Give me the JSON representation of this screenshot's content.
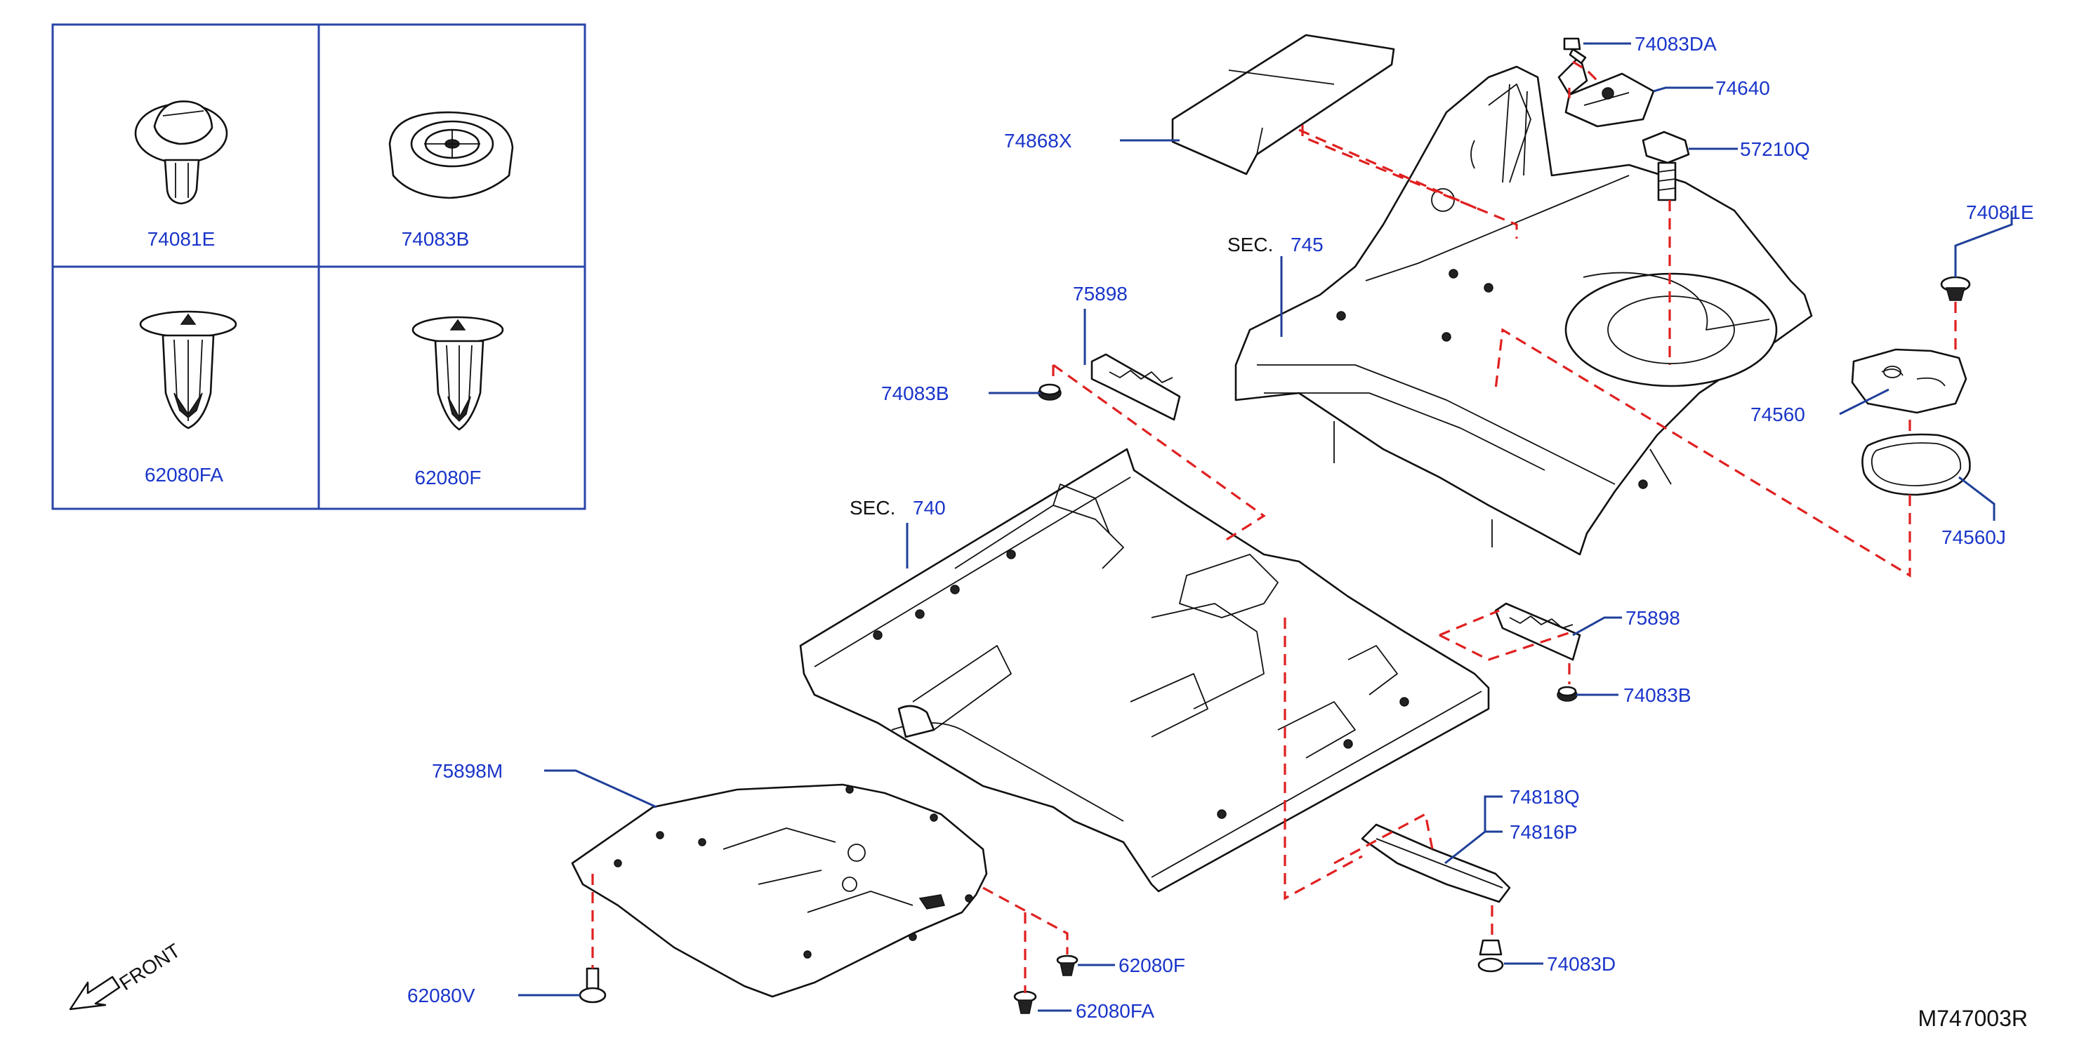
{
  "colors": {
    "label": "#1a35c9",
    "leader": "#1f3f99",
    "dashed_connector": "#e02020",
    "outline": "#111111",
    "inset_box": "#2a46a8"
  },
  "inset_cells": [
    {
      "part_no": "74081E"
    },
    {
      "part_no": "74083B"
    },
    {
      "part_no": "62080FA"
    },
    {
      "part_no": "62080F"
    }
  ],
  "sections": [
    {
      "prefix": "SEC.",
      "number": "745"
    },
    {
      "prefix": "SEC.",
      "number": "740"
    }
  ],
  "callouts": {
    "c74083DA": "74083DA",
    "c74640": "74640",
    "c57210Q": "57210Q",
    "c74868X": "74868X",
    "c74081E": "74081E",
    "c75898_top": "75898",
    "c74083B_left": "74083B",
    "c74560": "74560",
    "c74560J": "74560J",
    "c75898_right": "75898",
    "c74083B_right": "74083B",
    "c75898M": "75898M",
    "c74818Q": "74818Q",
    "c74816P": "74816P",
    "c62080F": "62080F",
    "c62080V": "62080V",
    "c62080FA": "62080FA",
    "c74083D": "74083D"
  },
  "front_indicator": {
    "label": "FRONT",
    "icon": "arrow-front-icon"
  },
  "drawing_number": "M747003R"
}
